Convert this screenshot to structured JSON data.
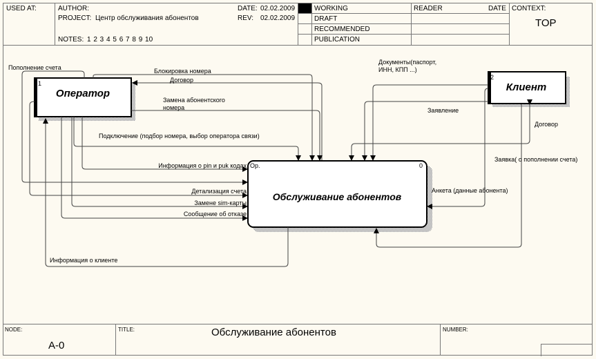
{
  "header": {
    "used_at_label": "USED AT:",
    "author_label": "AUTHOR:",
    "project_label": "PROJECT:",
    "project_value": "Центр обслуживания абонентов",
    "notes_label": "NOTES:",
    "notes_value": "1  2  3  4  5  6  7  8  9  10",
    "date_label": "DATE:",
    "date_value": "02.02.2009",
    "rev_label": "REV:",
    "rev_value": "02.02.2009",
    "status": [
      "WORKING",
      "DRAFT",
      "RECOMMENDED",
      "PUBLICATION"
    ],
    "status_selected": "WORKING",
    "reader_label": "READER",
    "reader_date_label": "DATE",
    "context_label": "CONTEXT:",
    "context_value": "TOP"
  },
  "diagram": {
    "main_box": {
      "number": "0",
      "title": "Обслуживание абонентов",
      "corner_note": "Op."
    },
    "operator_box": {
      "number": "1",
      "title": "Оператор"
    },
    "client_box": {
      "number": "2",
      "title": "Клиент"
    },
    "arrows": {
      "popolnenie": "Пополнение счета",
      "blokirovka": "Блокировка номера",
      "dogovor_op": "Договор",
      "zamena_nomera_1": "Замена абонентского",
      "zamena_nomera_2": "номера",
      "podklyuchenie": "Подключение (подбор номера, выбор оператора связи)",
      "pin_puk": "Информация о pin и puk кодах",
      "detalizaciya": "Детализация счета",
      "zamena_sim": "Замене sim-карты",
      "otkaz": "Сообщение об отказе",
      "info_client": "Информация о клиенте",
      "dokumenty_1": "Документы(паспорт,",
      "dokumenty_2": "ИНН, КПП ...)",
      "zayavlenie": "Заявление",
      "dogovor_cl": "Договор",
      "zayavka": "Заявка( о пополнении счета)",
      "anketa": "Анкета (данные абонента)"
    }
  },
  "footer": {
    "node_label": "NODE:",
    "node_value": "A-0",
    "title_label": "TITLE:",
    "title_value": "Обслуживание абонентов",
    "number_label": "NUMBER:"
  }
}
